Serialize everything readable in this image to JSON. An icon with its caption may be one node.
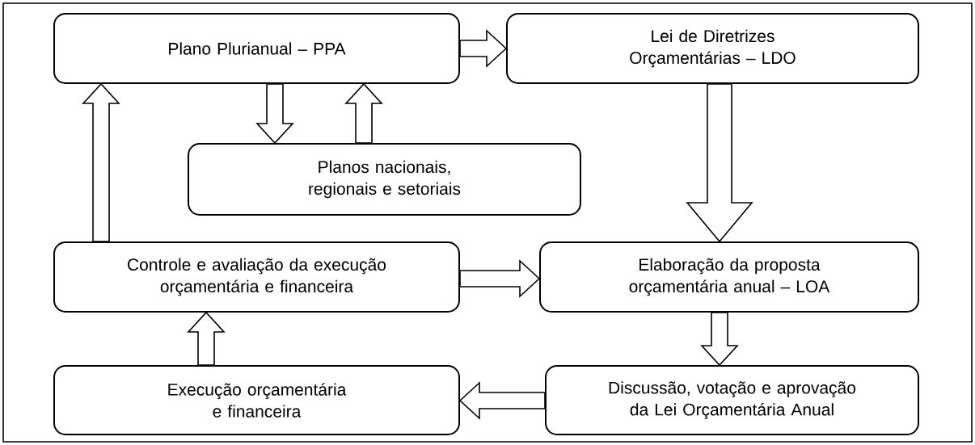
{
  "diagram": {
    "nodes": [
      {
        "text": [
          "Plano Plurianual – PPA"
        ]
      },
      {
        "text": [
          "Lei de Diretrizes Orçamentárias – LDO"
        ]
      },
      {
        "text": [
          "Planos nacionais, regionais e setoriais"
        ]
      },
      {
        "text": [
          "Controle e avaliação da execução orçamentária e financeira"
        ]
      },
      {
        "text": [
          "Elaboração da proposta orçamentária anual – LOA"
        ]
      },
      {
        "text": [
          "Discussão, votação e aprovação da Lei Orçamentária Anual"
        ]
      },
      {
        "text": [
          "Execução orçamentária e financeira"
        ]
      }
    ],
    "edges": [
      {
        "from": 0,
        "to": 1,
        "arrow": "to"
      },
      {
        "from": 0,
        "to": 2,
        "arrow": "to"
      },
      {
        "from": 2,
        "to": 0,
        "arrow": "to"
      },
      {
        "from": 1,
        "to": 4,
        "arrow": "to"
      },
      {
        "from": 4,
        "to": 5,
        "arrow": "to"
      },
      {
        "from": 5,
        "to": 6,
        "arrow": "to"
      },
      {
        "from": 6,
        "to": 3,
        "arrow": "to"
      },
      {
        "from": 3,
        "to": 0,
        "arrow": "to"
      },
      {
        "from": 3,
        "to": 4,
        "arrow": "to"
      }
    ]
  }
}
